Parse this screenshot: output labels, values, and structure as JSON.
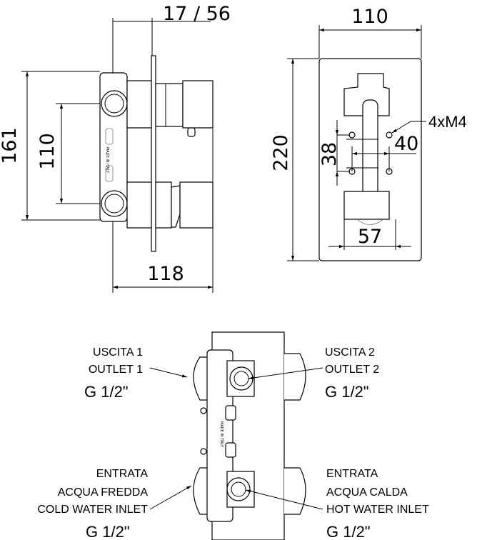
{
  "side_view": {
    "dim_depth": "17 / 56",
    "dim_height_total": "161",
    "dim_ports_spacing": "110",
    "dim_width": "118",
    "made_in": "MADE IN ITALY"
  },
  "front_view": {
    "dim_width": "110",
    "dim_height": "220",
    "dim_holes_v": "38",
    "dim_holes_h": "40",
    "dim_body": "57",
    "screws": "4xM4"
  },
  "rear_view": {
    "outlet1": {
      "line1": "USCITA 1",
      "line2": "OUTLET 1",
      "thread": "G 1/2\""
    },
    "outlet2": {
      "line1": "USCITA 2",
      "line2": "OUTLET 2",
      "thread": "G 1/2\""
    },
    "cold": {
      "line1": "ENTRATA",
      "line2": "ACQUA FREDDA",
      "line3": "COLD WATER INLET",
      "thread": "G 1/2\""
    },
    "hot": {
      "line1": "ENTRATA",
      "line2": "ACQUA CALDA",
      "line3": "HOT WATER INLET",
      "thread": "G 1/2\""
    }
  }
}
